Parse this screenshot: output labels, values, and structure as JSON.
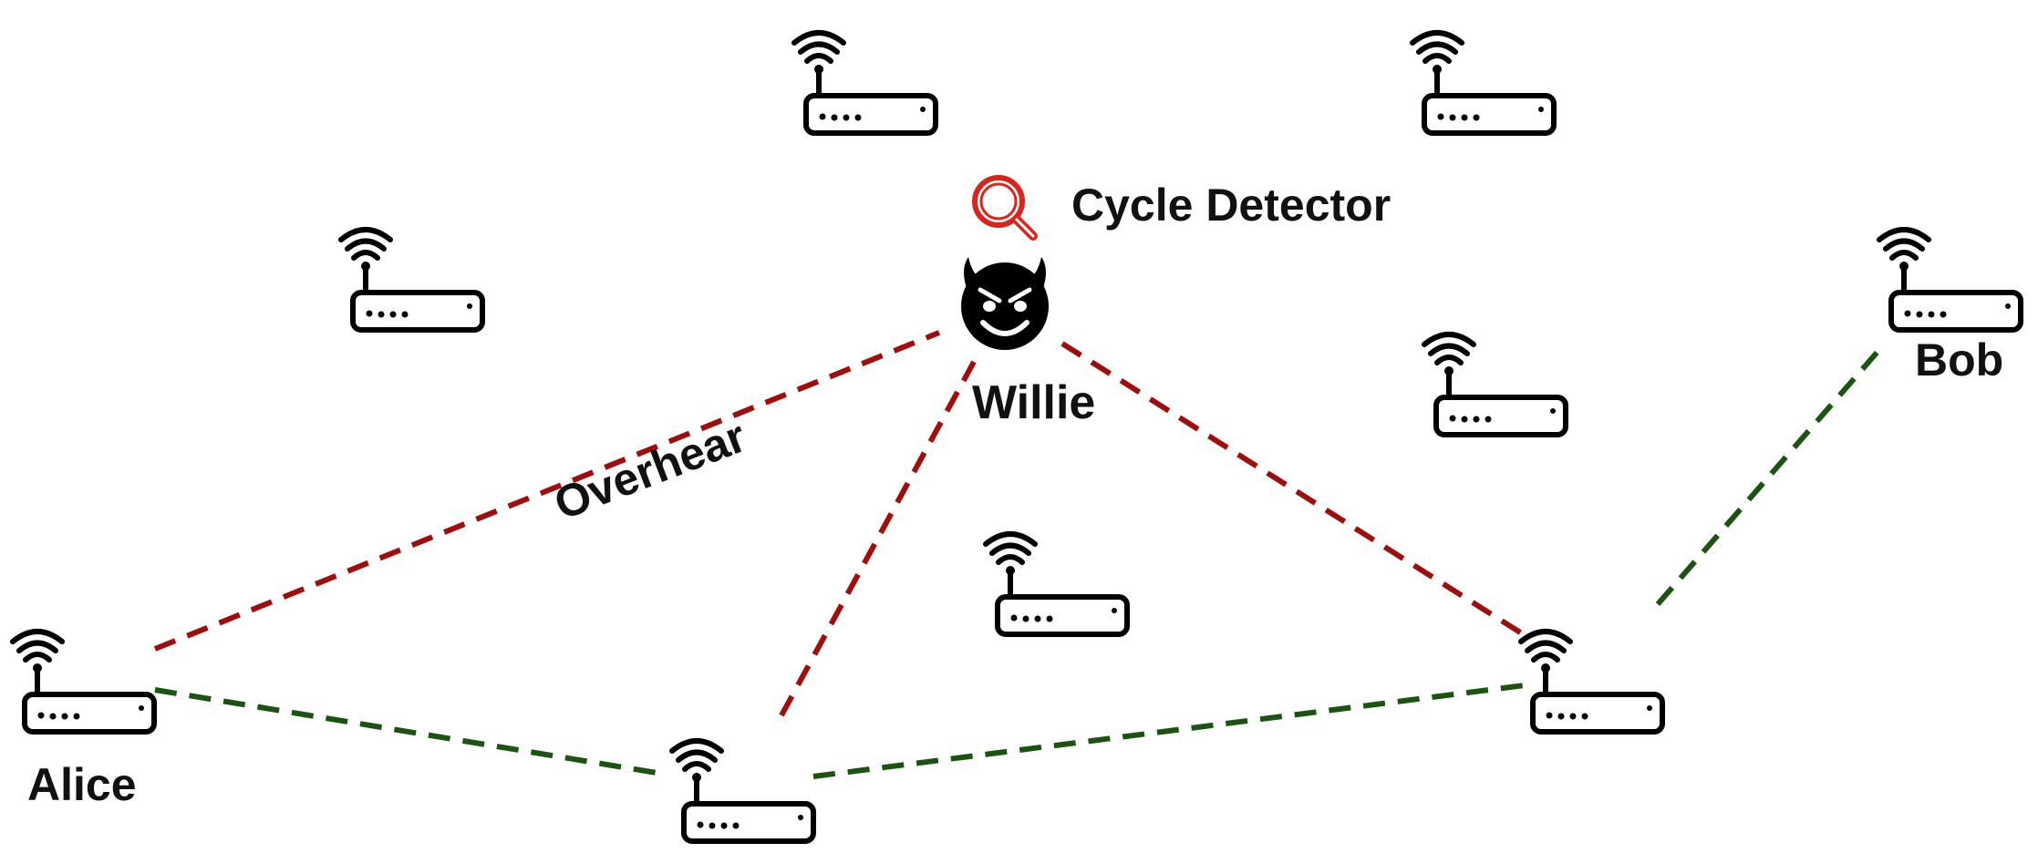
{
  "nodes": {
    "alice": "Alice",
    "bob": "Bob",
    "willie": "Willie"
  },
  "detector": {
    "label": "Cycle Detector",
    "icon": "magnifier-icon",
    "color": "#d9261c"
  },
  "edges": {
    "overhear_label": "Overhear",
    "overhear_color": "#a00d0d",
    "route_color": "#1a5410"
  },
  "icons": {
    "router": "wifi-router-icon",
    "adversary": "devil-face-icon"
  }
}
